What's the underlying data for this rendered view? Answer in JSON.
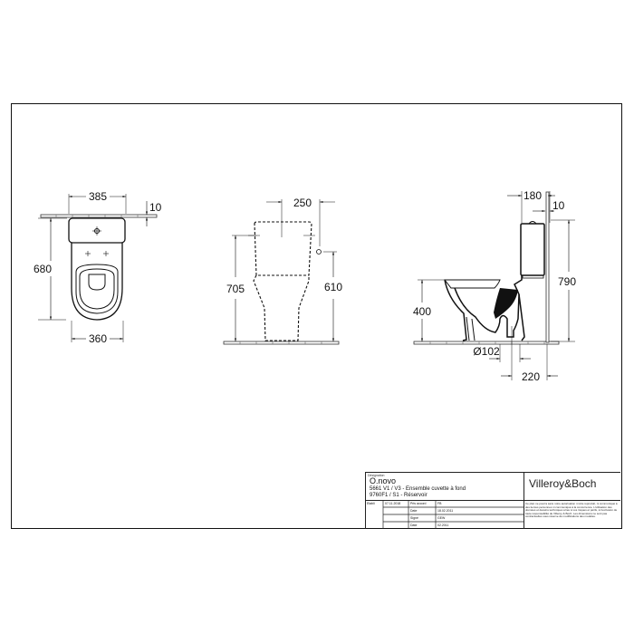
{
  "drawing": {
    "top_view": {
      "width_top": "385",
      "wall_offset": "10",
      "depth": "680",
      "width_bottom": "360"
    },
    "front_view": {
      "tank_width": "250",
      "height_total": "705",
      "inlet_height": "610"
    },
    "side_view": {
      "tank_depth": "180",
      "wall_gap": "10",
      "overall_height": "790",
      "seat_height": "400",
      "outlet_diameter": "Ø102",
      "outlet_distance": "220"
    }
  },
  "title_block": {
    "designation_label": "Désignation",
    "product_name": "O.novo",
    "line1": "5661 V1 / V3 - Ensemble cuvette à fond",
    "line2": "9760F1 / S1 - Réservoir",
    "rows": [
      {
        "label": "Etabli",
        "date": "07.11.2018",
        "field": "Pris accord",
        "value": "FB"
      },
      {
        "label": "",
        "date": "",
        "field": "Date",
        "value": "18.02.2011"
      },
      {
        "label": "",
        "date": "",
        "field": "Signé",
        "value": "GEW"
      },
      {
        "label": "",
        "date": "",
        "field": "Date",
        "value": "02.2011"
      }
    ],
    "brand": "Villeroy&Boch",
    "legal_text": "Ce plan ne pourra sans notre autorisation ni être reproduit, ni communiqué à des tierces personnes ni communiqué à la concurrence. L'utilisation des données et dessins techniques a lieu à vos risques et périls, à l'exclusion de toute responsabilité de Villeroy & Boch. Les dimensions ne sont pas contractuelles sous réserve de modifications des modèles."
  },
  "colors": {
    "line": "#111111",
    "background": "#ffffff"
  }
}
